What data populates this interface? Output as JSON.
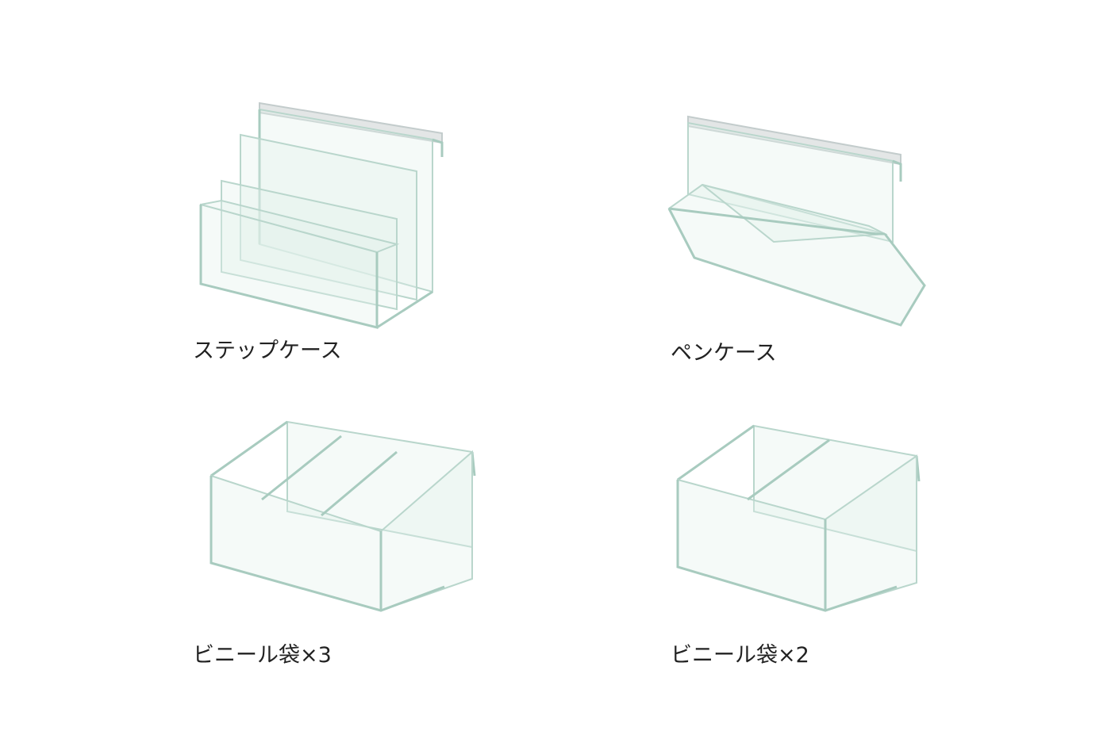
{
  "products": [
    {
      "label": "ステップケース",
      "icon": "step-case-image"
    },
    {
      "label": "ペンケース",
      "icon": "pen-case-image"
    },
    {
      "label": "ビニール袋×3",
      "icon": "three-compartment-case-image"
    },
    {
      "label": "ビニール袋×2",
      "icon": "two-compartment-case-image"
    }
  ]
}
